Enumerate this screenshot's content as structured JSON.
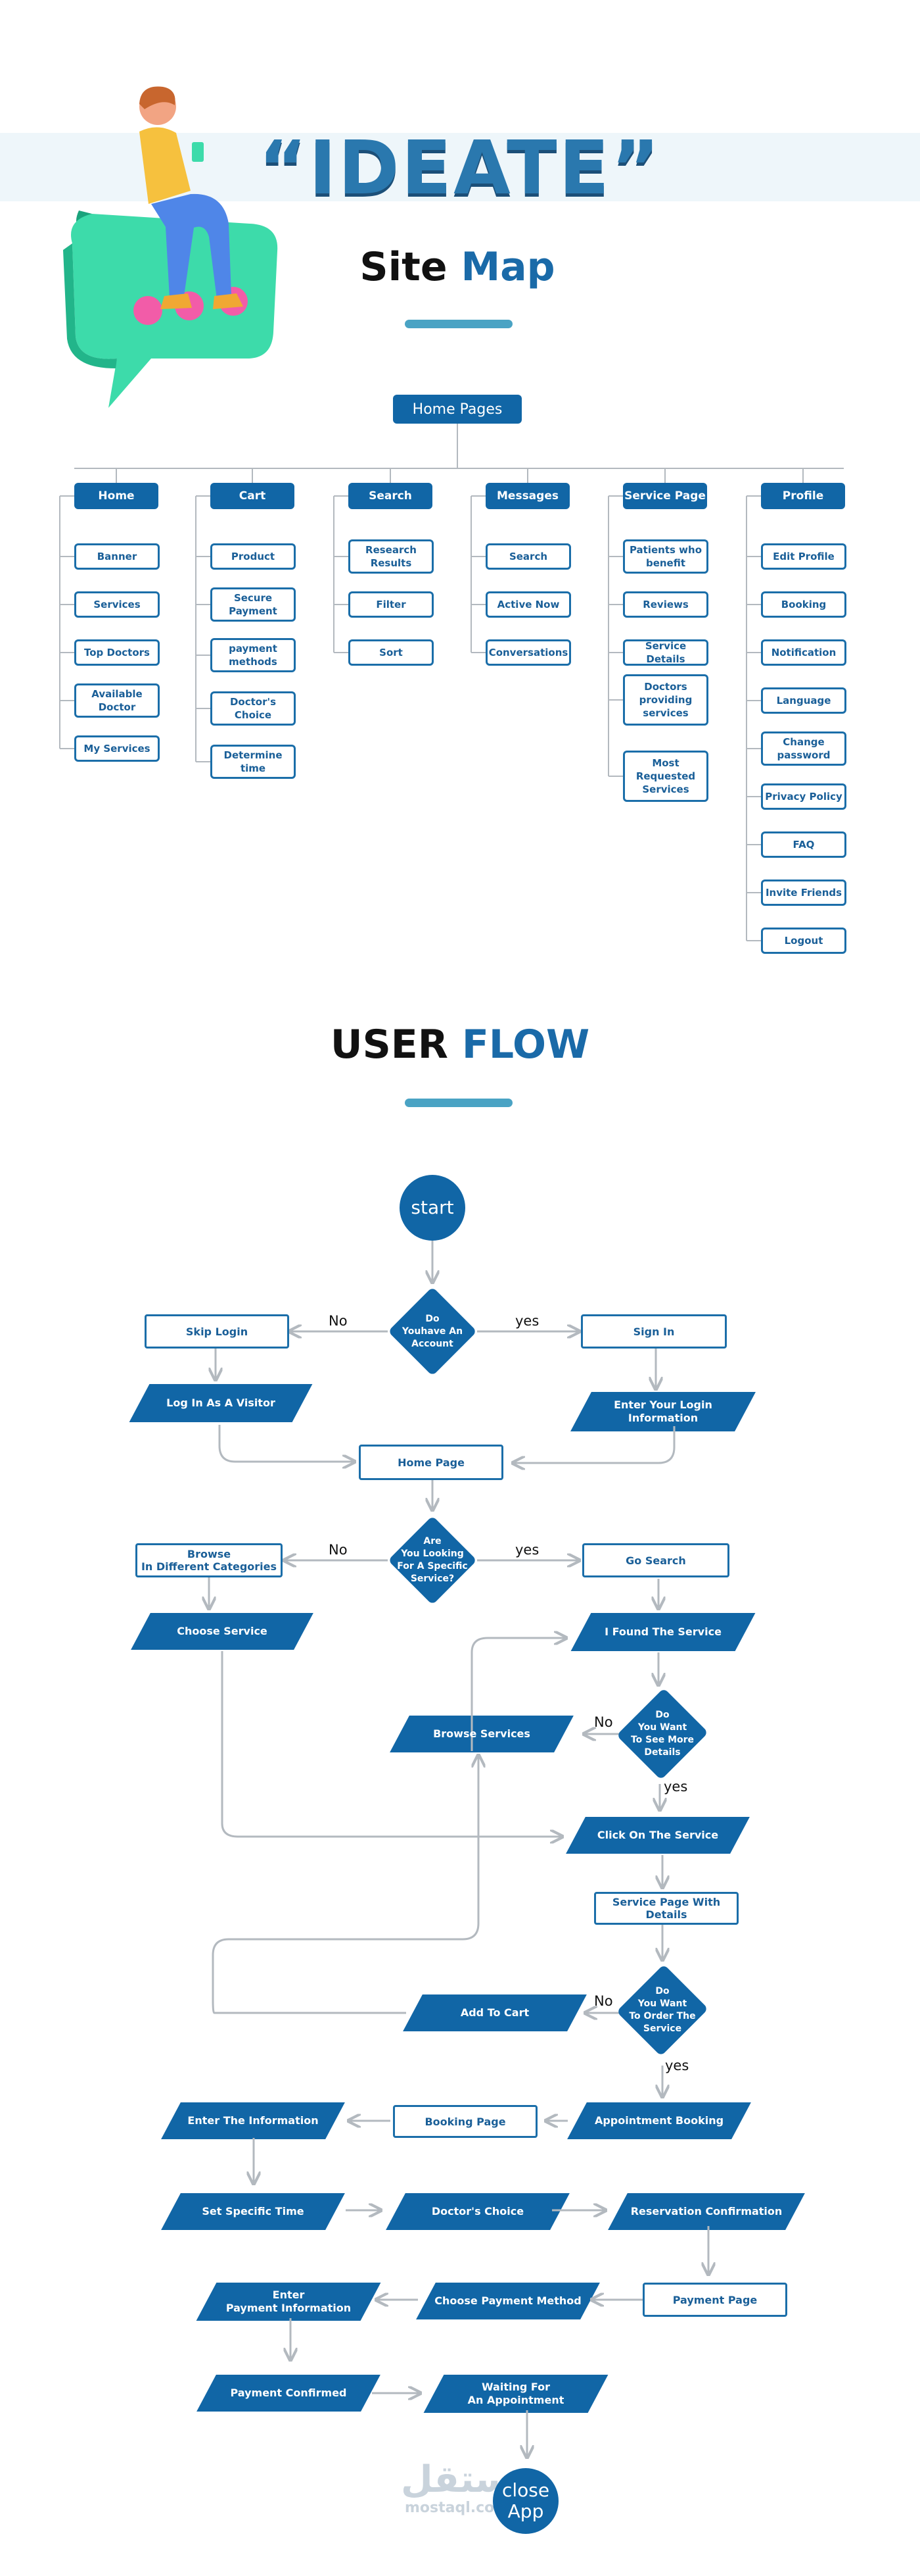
{
  "header": {
    "title": "“IDEATE”",
    "sitemap_title": "Site",
    "sitemap_accent": "Map",
    "userflow_title": "USER",
    "userflow_accent": "FLOW",
    "accent_color": "#1a6aa8"
  },
  "sitemap": {
    "root": "Home Pages",
    "columns": [
      {
        "title": "Home",
        "items": [
          "Banner",
          "Services",
          "Top Doctors",
          "Available\nDoctor",
          "My Services"
        ]
      },
      {
        "title": "Cart",
        "items": [
          "Product",
          "Secure\nPayment",
          "payment\nmethods",
          "Doctor's\nChoice",
          "Determine\ntime"
        ]
      },
      {
        "title": "Search",
        "items": [
          "Research\nResults",
          "Filter",
          "Sort"
        ]
      },
      {
        "title": "Messages",
        "items": [
          "Search",
          "Active Now",
          "Conversations"
        ]
      },
      {
        "title": "Service Page",
        "items": [
          "Patients who\nbenefit",
          "Reviews",
          "Service Details",
          "Doctors\nproviding\nservices",
          "Most\nRequested\nServices"
        ]
      },
      {
        "title": "Profile",
        "items": [
          "Edit Profile",
          "Booking",
          "Notification",
          "Language",
          "Change\npassword",
          "Privacy Policy",
          "FAQ",
          "Invite Friends",
          "Logout"
        ]
      }
    ]
  },
  "userflow": {
    "start": "start",
    "q_account": "Do\nYouhave An\nAccount",
    "no1": "No",
    "yes1": "yes",
    "skip_login": "Skip Login",
    "sign_in": "Sign In",
    "login_visitor": "Log In As A Visitor",
    "enter_login": "Enter Your Login\nInformation",
    "home_page": "Home Page",
    "q_specific": "Are\nYou Looking\nFor A Specific\nService?",
    "no2": "No",
    "yes2": "yes",
    "browse_categories": "Browse\nIn Different Categories",
    "go_search": "Go Search",
    "choose_service": "Choose Service",
    "found_service": "I Found The Service",
    "q_more": "Do\nYou Want\nTo See More\nDetails",
    "no3": "No",
    "yes3": "yes",
    "browse_services": "Browse Services",
    "click_service": "Click On The Service",
    "service_details_page": "Service Page With Details",
    "q_order": "Do\nYou Want\nTo Order The\nService",
    "no4": "No",
    "yes4": "yes",
    "add_to_cart": "Add To Cart",
    "appointment_booking": "Appointment Booking",
    "booking_page": "Booking Page",
    "enter_information": "Enter The Information",
    "set_time": "Set Specific Time",
    "doctors_choice": "Doctor's Choice",
    "reservation_confirmation": "Reservation Confirmation",
    "payment_page": "Payment Page",
    "choose_payment": "Choose Payment Method",
    "enter_payment": "Enter\nPayment Information",
    "payment_confirmed": "Payment Confirmed",
    "waiting": "Waiting For\nAn Appointment",
    "close": "close\nApp"
  },
  "watermark": {
    "arabic": "مستقل",
    "latin": "mostaql.com"
  },
  "colors": {
    "primary": "#1166a6",
    "box_border": "#1b6ea9",
    "connector": "#b3b9bf",
    "mint": "#3ddbaa",
    "pink": "#f25ca8"
  }
}
